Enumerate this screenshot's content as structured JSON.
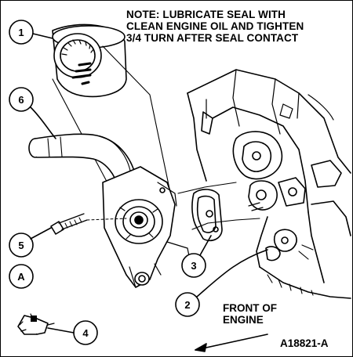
{
  "note": {
    "lines": [
      "NOTE: LUBRICATE SEAL WITH",
      "CLEAN ENGINE OIL AND TIGHTEN",
      "3/4 TURN AFTER SEAL CONTACT"
    ]
  },
  "callouts": {
    "c1": "1",
    "c2": "2",
    "c3": "3",
    "c4": "4",
    "c5": "5",
    "c6": "6",
    "cA": "A"
  },
  "front": {
    "lines": [
      "FRONT OF",
      "ENGINE"
    ]
  },
  "figure_id": "A18821-A"
}
